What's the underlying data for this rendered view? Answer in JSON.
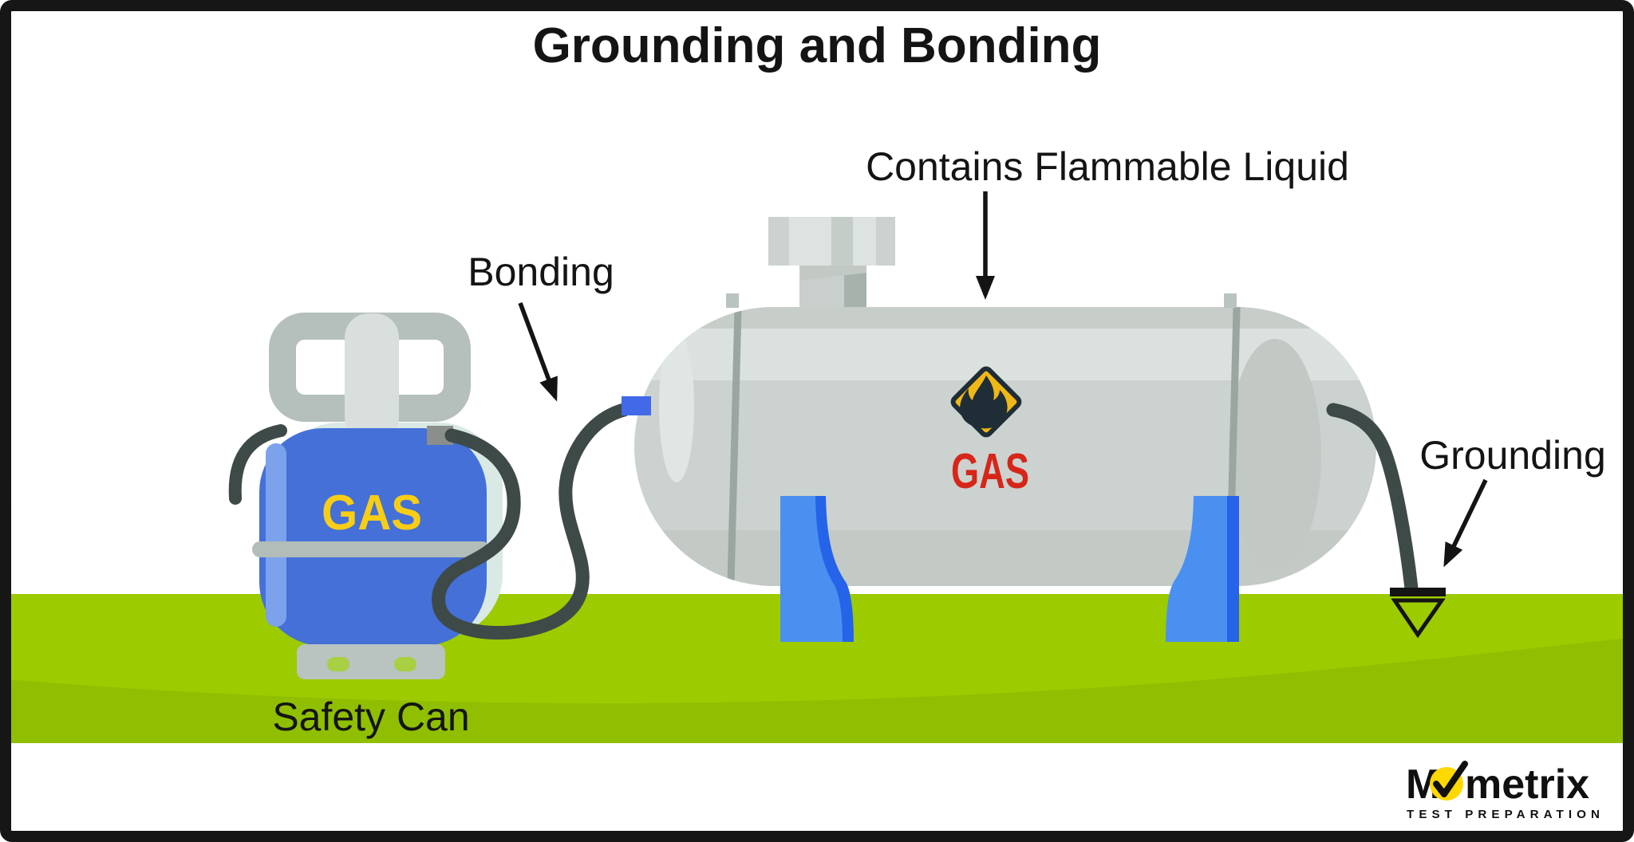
{
  "title": "Grounding and Bonding",
  "labels": {
    "contains_flammable": "Contains Flammable Liquid",
    "bonding": "Bonding",
    "grounding": "Grounding",
    "safety_can": "Safety Can"
  },
  "safety_can": {
    "gas_text": "GAS"
  },
  "tank": {
    "gas_text": "GAS"
  },
  "icons": {
    "flame_warning": "flame-warning-icon",
    "ground_symbol": "ground-symbol-icon",
    "check": "check-icon"
  },
  "logo": {
    "brand_m": "M",
    "brand_rest": "metrix",
    "tagline": "TEST PREPARATION"
  },
  "colors": {
    "ground_green": "#9ccb00",
    "ground_green_dark": "#8fbf00",
    "can_blue": "#4470d8",
    "can_blue_light": "#7ba2ea",
    "can_mint_shadow": "#d9e9e4",
    "can_gray": "#b5bfbb",
    "can_cap_gray": "#d9dfdc",
    "can_base_gray": "#b9c3bf",
    "base_hole_green": "#a9cf42",
    "connector_gray": "#8a8f8b",
    "connector_blue": "#4169e8",
    "tank_gray": "#ccd2cf",
    "tank_gray_light": "#dbe1de",
    "tank_gray_band_top": "#c7cdc9",
    "tank_gray_dark": "#c3cac6",
    "tank_seam": "#9ba6a0",
    "vent_gray": "#c9cfcc",
    "vent_gray_dark": "#a8b2ad",
    "vent_cap": "#dde3e1",
    "leg_blue": "#4a90f0",
    "leg_blue_dark": "#2563e8",
    "wire_gray": "#3e4a48",
    "gas_yellow": "#f8cd15",
    "gas_red": "#d62619",
    "flame_yellow": "#f0b816",
    "flame_dark": "#1e2d36",
    "logo_yellow": "#ffd800",
    "ink": "#141414"
  }
}
